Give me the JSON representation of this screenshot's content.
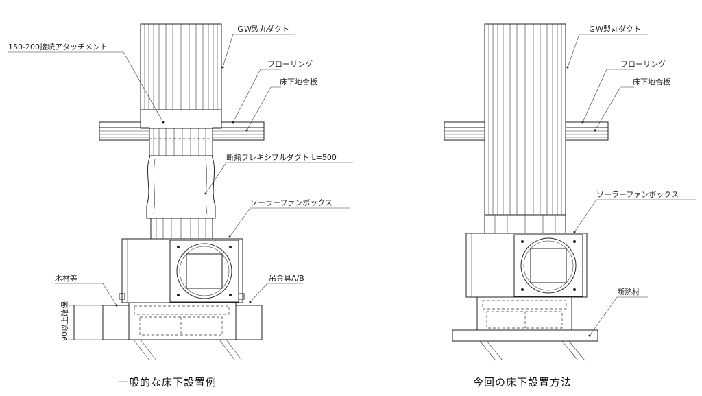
{
  "left": {
    "caption": "一般的な床下設置例",
    "labels": {
      "attachment": "150-200接続アタッチメント",
      "gw_duct": "ＧＷ製丸ダクト",
      "flooring": "フローリング",
      "subfloor": "床下地合板",
      "flex_duct": "断熱フレキシブルダクト L=500",
      "fanbox": "ソーラーファンボックス",
      "wood": "木材等",
      "hanger": "吊金具A/B",
      "clearance": "90以上確保"
    }
  },
  "right": {
    "caption": "今回の床下設置方法",
    "labels": {
      "gw_duct": "ＧＷ製丸ダクト",
      "flooring": "フローリング",
      "subfloor": "床下地合板",
      "fanbox": "ソーラーファンボックス",
      "insulation": "断熱材"
    }
  },
  "colors": {
    "insulation_fill": "#bfeef2",
    "line": "#222222"
  }
}
